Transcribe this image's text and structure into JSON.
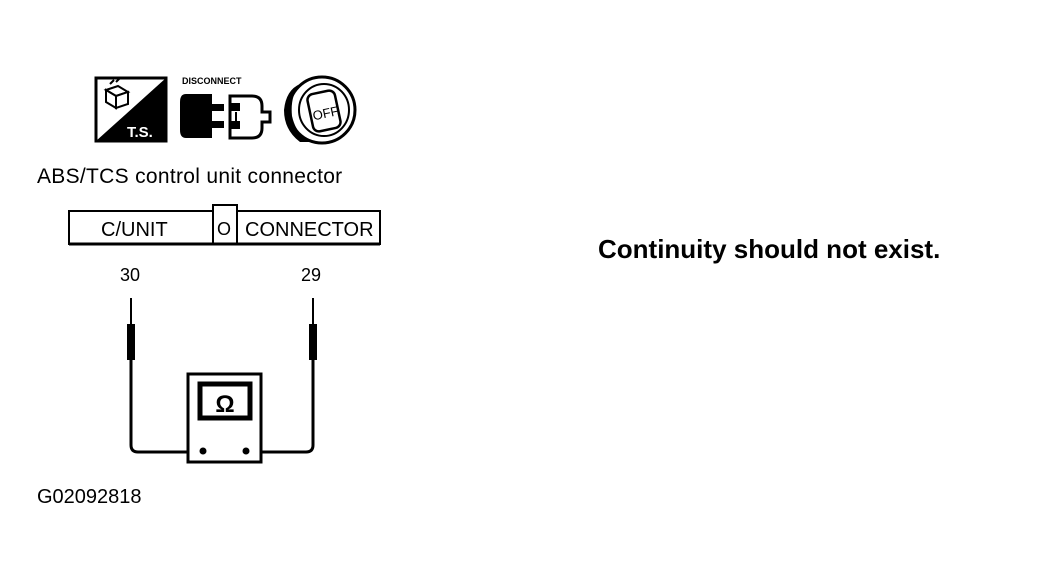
{
  "icons": {
    "ts_label": "T.S.",
    "disconnect_label": "DISCONNECT",
    "key_label": "OFF"
  },
  "connector_title": "ABS/TCS control unit connector",
  "connector": {
    "left_label": "C/UNIT",
    "center_label": "O",
    "right_label": "CONNECTOR"
  },
  "terminals": {
    "left": "30",
    "right": "29"
  },
  "meter_symbol": "Ω",
  "figure_id": "G02092818",
  "statement": "Continuity should not exist."
}
